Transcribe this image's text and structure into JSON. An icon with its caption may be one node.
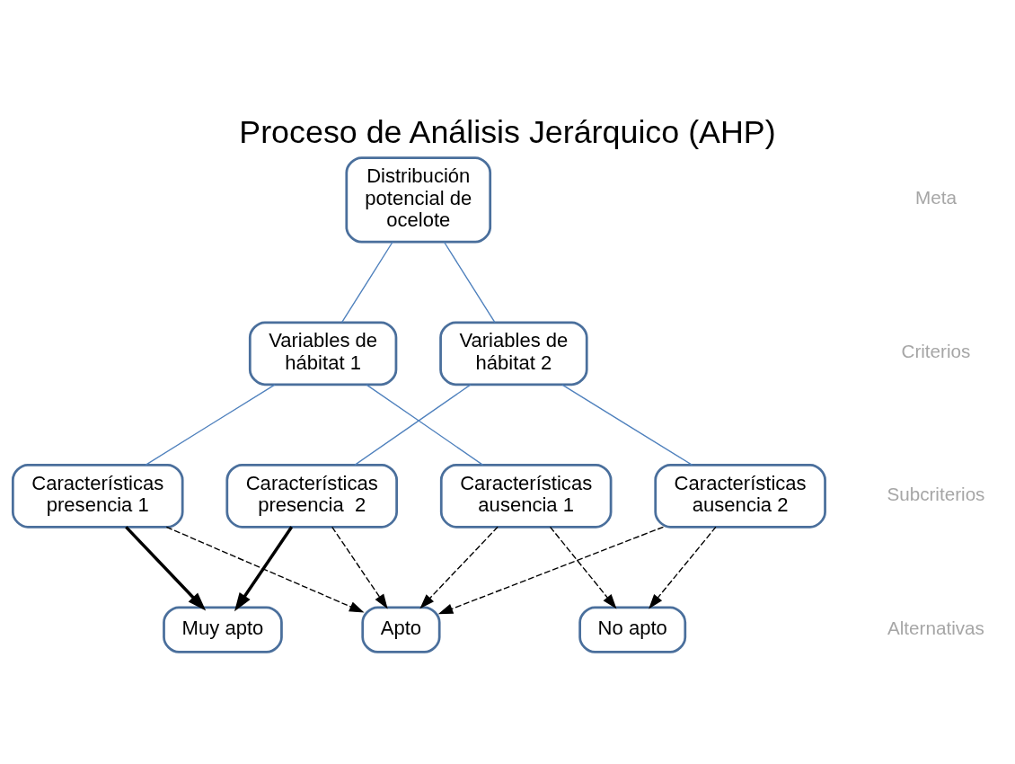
{
  "diagram": {
    "title": "Proceso de Análisis Jerárquico (AHP)",
    "nodes": [
      {
        "text": [
          "Distribución potencial de ocelote"
        ]
      },
      {
        "text": [
          "Variables de hábitat 1"
        ]
      },
      {
        "text": [
          "Variables de hábitat 2"
        ]
      },
      {
        "text": [
          "Características presencia 1"
        ]
      },
      {
        "text": [
          "Características ausencia 1"
        ]
      },
      {
        "text": [
          "Características presencia  2"
        ]
      },
      {
        "text": [
          "Características ausencia 2"
        ]
      },
      {
        "text": [
          "No apto"
        ]
      },
      {
        "text": [
          "Apto"
        ]
      },
      {
        "text": [
          "Muy apto"
        ]
      }
    ],
    "edges": [
      {
        "from": 0,
        "to": 1,
        "arrow": "none",
        "color": "#4f81bd"
      },
      {
        "from": 0,
        "to": 2,
        "arrow": "none",
        "color": "#4f81bd"
      },
      {
        "from": 1,
        "to": 3,
        "arrow": "none",
        "color": "#4f81bd"
      },
      {
        "from": 1,
        "to": 4,
        "arrow": "none",
        "color": "#4f81bd"
      },
      {
        "from": 2,
        "to": 5,
        "arrow": "none",
        "color": "#4f81bd"
      },
      {
        "from": 2,
        "to": 6,
        "arrow": "none",
        "color": "#4f81bd"
      },
      {
        "from": 3,
        "to": 9,
        "arrow": "to",
        "style": "thick"
      },
      {
        "from": 3,
        "to": 8,
        "arrow": "to",
        "style": "dashed"
      },
      {
        "from": 4,
        "to": 7,
        "arrow": "to",
        "style": "dashed"
      },
      {
        "from": 4,
        "to": 8,
        "arrow": "to",
        "style": "dashed"
      },
      {
        "from": 5,
        "to": 8,
        "arrow": "to",
        "style": "dashed"
      },
      {
        "from": 5,
        "to": 9,
        "arrow": "to",
        "style": "thick"
      },
      {
        "from": 6,
        "to": 7,
        "arrow": "to",
        "style": "dashed"
      },
      {
        "from": 6,
        "to": 8,
        "arrow": "to",
        "style": "dashed"
      }
    ],
    "labels": [
      "Meta",
      "Criterios",
      "Subcriterios",
      "Alternativas"
    ]
  }
}
